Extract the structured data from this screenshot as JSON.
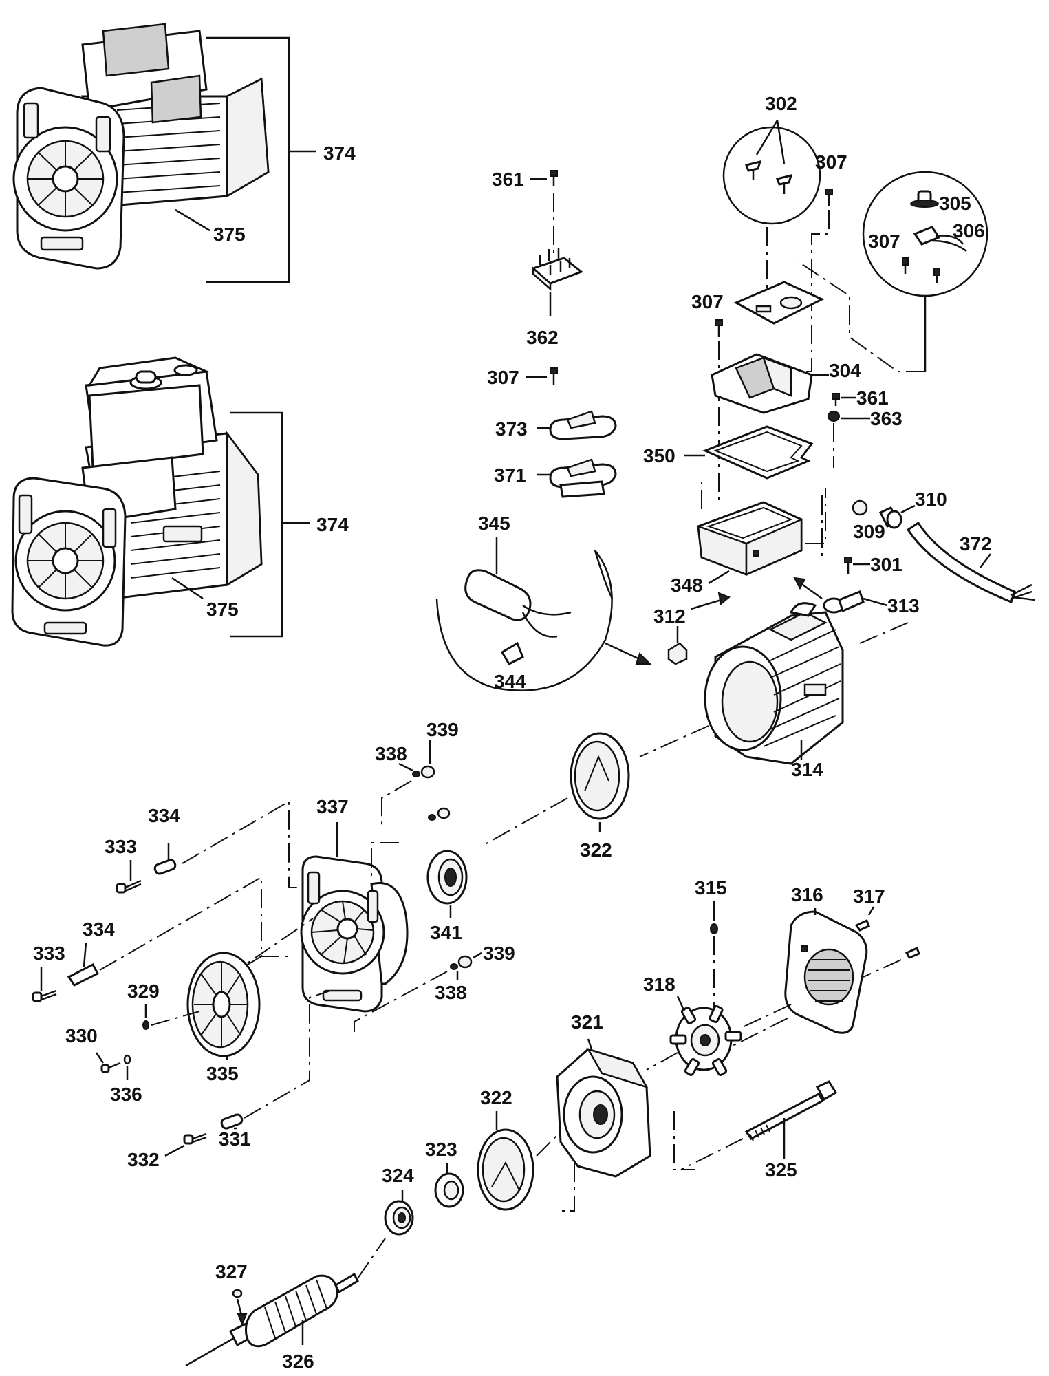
{
  "labels": {
    "p301": "301",
    "p302": "302",
    "p304": "304",
    "p305": "305",
    "p306": "306",
    "p307a": "307",
    "p307b": "307",
    "p307c": "307",
    "p307d": "307",
    "p309": "309",
    "p310": "310",
    "p312": "312",
    "p313": "313",
    "p314": "314",
    "p315": "315",
    "p316": "316",
    "p317": "317",
    "p318": "318",
    "p321": "321",
    "p322a": "322",
    "p322b": "322",
    "p323": "323",
    "p324": "324",
    "p325": "325",
    "p326": "326",
    "p327": "327",
    "p329": "329",
    "p330": "330",
    "p331": "331",
    "p332": "332",
    "p333a": "333",
    "p333b": "333",
    "p334a": "334",
    "p334b": "334",
    "p335": "335",
    "p336": "336",
    "p337": "337",
    "p338a": "338",
    "p338b": "338",
    "p339a": "339",
    "p339b": "339",
    "p341": "341",
    "p344": "344",
    "p345": "345",
    "p348": "348",
    "p350": "350",
    "p361a": "361",
    "p361b": "361",
    "p362": "362",
    "p363": "363",
    "p371": "371",
    "p372": "372",
    "p373": "373",
    "p374a": "374",
    "p374b": "374",
    "p375a": "375",
    "p375b": "375"
  }
}
